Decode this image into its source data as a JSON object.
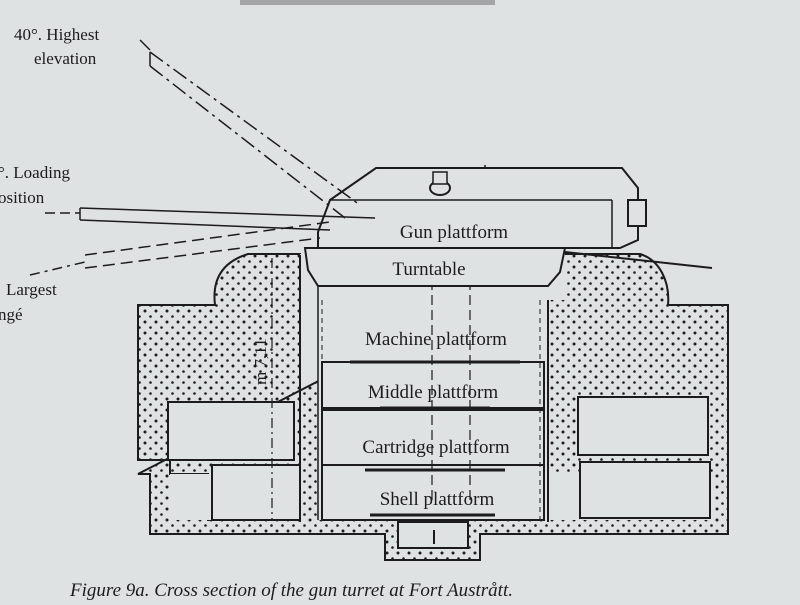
{
  "diagram": {
    "elevation_labels": {
      "highest_line1": "40°. Highest",
      "highest_line2": "elevation",
      "loading_line1": "°. Loading",
      "loading_line2": "osition",
      "largest_line1": "Largest",
      "largest_line2": "ngé"
    },
    "platforms": {
      "gun": "Gun plattform",
      "turntable": "Turntable",
      "machine": "Machine plattform",
      "middle": "Middle plattform",
      "cartridge": "Cartridge plattform",
      "shell": "Shell plattform"
    },
    "dimension_label": "ḿ 7,11",
    "caption": "Figure 9a. Cross section of the gun turret at Fort Austrått."
  },
  "colors": {
    "paper": "#dfe2e3",
    "ink": "#1c1c1c"
  }
}
